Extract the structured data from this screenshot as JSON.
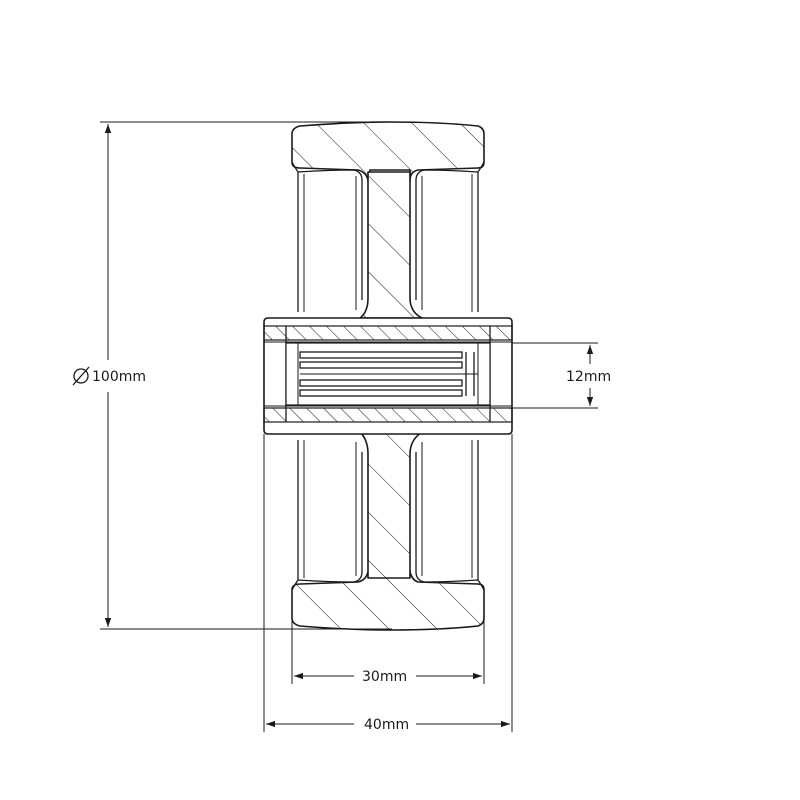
{
  "dimensions": {
    "diameter": "100mm",
    "bore": "12mm",
    "tread_width": "30mm",
    "hub_length": "40mm"
  },
  "colors": {
    "line": "#1a1a1a",
    "background": "#ffffff"
  }
}
